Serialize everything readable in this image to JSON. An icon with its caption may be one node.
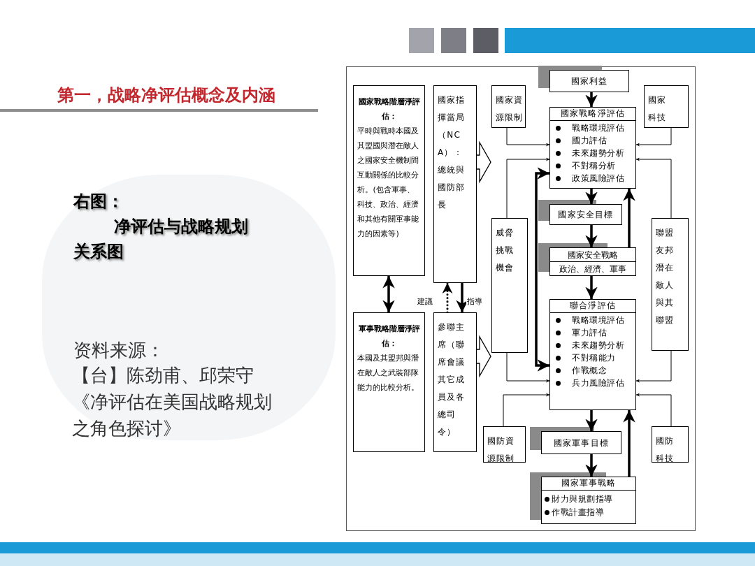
{
  "diagram": {
    "title": "第一，战略净评估概念及内涵",
    "nodes": [
      {
        "text": [
          "國家戰略階層淨評估：",
          "平時與戰時本國及其盟國與潛在敵人之國家安全機制間互動關係的比較分析。(包含軍事、科技、政治、經濟和其他有關軍事能力的因素等)"
        ]
      },
      {
        "text": [
          "國家指揮當局（NCA）：總統與國防部長"
        ]
      },
      {
        "text": [
          "國家資源限制"
        ]
      },
      {
        "text": [
          "國家利益"
        ]
      },
      {
        "text": [
          "國家科技"
        ]
      },
      {
        "text": [
          "國家戰略淨評估",
          "戰略環境評估",
          "國力評估",
          "未來趨勢分析",
          "不對稱分析",
          "政策風險評估"
        ]
      },
      {
        "text": [
          "威脅挑戰機會"
        ]
      },
      {
        "text": [
          "國家安全目標"
        ]
      },
      {
        "text": [
          "聯盟友邦潛在敵人與其聯盟"
        ]
      },
      {
        "text": [
          "國家安全戰略",
          "政治、經濟、軍事"
        ]
      },
      {
        "text": [
          "軍事戰略階層淨評估：",
          "本國及其盟邦與潛在敵人之武裝部隊能力的比較分析。"
        ]
      },
      {
        "text": [
          "參聯主席（聯席會議其它成員及各總司令）"
        ]
      },
      {
        "text": [
          "聯合淨評估",
          "戰略環境評估",
          "軍力評估",
          "未來趨勢分析",
          "不對稱能力",
          "作戰概念",
          "兵力風險評估"
        ]
      },
      {
        "text": [
          "國防資源限制"
        ]
      },
      {
        "text": [
          "國家軍事目標"
        ]
      },
      {
        "text": [
          "國防科技"
        ]
      },
      {
        "text": [
          "國家軍事戰略",
          "財力與規劃指導",
          "作戰計畫指導"
        ]
      }
    ],
    "edges": [
      {
        "from": 3,
        "to": 5,
        "arrow": "to"
      },
      {
        "from": 2,
        "to": 5,
        "arrow": "to"
      },
      {
        "from": 4,
        "to": 5,
        "arrow": "to"
      },
      {
        "from": 6,
        "to": 5,
        "arrow": "to"
      },
      {
        "from": 8,
        "to": 5,
        "arrow": "to"
      },
      {
        "from": 12,
        "to": 5,
        "arrow": "both"
      },
      {
        "from": 5,
        "to": 7,
        "arrow": "to"
      },
      {
        "from": 7,
        "to": 9,
        "arrow": "to"
      },
      {
        "from": 9,
        "to": 5,
        "arrow": "to"
      },
      {
        "from": 9,
        "to": 12,
        "arrow": "to"
      },
      {
        "from": 6,
        "to": 12,
        "arrow": "to"
      },
      {
        "from": 8,
        "to": 12,
        "arrow": "to"
      },
      {
        "from": 13,
        "to": 12,
        "arrow": "to"
      },
      {
        "from": 15,
        "to": 12,
        "arrow": "to"
      },
      {
        "from": 12,
        "to": 14,
        "arrow": "to"
      },
      {
        "from": 14,
        "to": 16,
        "arrow": "to"
      },
      {
        "from": 16,
        "to": 12,
        "arrow": "to"
      },
      {
        "from": 0,
        "to": 10,
        "arrow": "both"
      },
      {
        "from": 11,
        "to": 1,
        "arrow": "to",
        "style": "dashed",
        "label": "建議"
      },
      {
        "from": 1,
        "to": 11,
        "arrow": "to",
        "label": "指導"
      },
      {
        "from": 1,
        "to": null,
        "arrow": "to"
      },
      {
        "from": 11,
        "to": null,
        "arrow": "to"
      }
    ],
    "labels": [
      "右图：",
      "净评估与战略规划",
      "关系图",
      "资料来源：",
      "【台】陈劲甫、邱荣守《净评估在美国战略规划之角色探讨》"
    ]
  }
}
